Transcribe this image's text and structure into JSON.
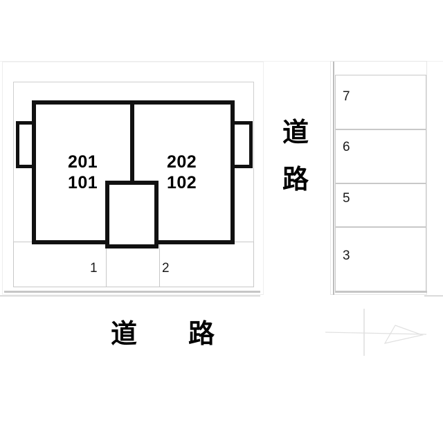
{
  "document": {
    "kind": "site-layout-plan",
    "language": "ja"
  },
  "building": {
    "left_unit": {
      "upper_floor_label": "201",
      "lower_floor_label": "101",
      "combined": "201\n101"
    },
    "right_unit": {
      "upper_floor_label": "202",
      "lower_floor_label": "102",
      "combined": "202\n102"
    },
    "entrance": {
      "name": "stair-entrance-block",
      "label": ""
    },
    "balconies": {
      "left_label": "",
      "right_label": ""
    }
  },
  "parking": {
    "front_stalls": [
      {
        "number": "1"
      },
      {
        "number": "2"
      }
    ],
    "side_stalls": [
      {
        "number": "7"
      },
      {
        "number": "6"
      },
      {
        "number": "5"
      },
      {
        "number": "3"
      }
    ]
  },
  "roads": {
    "east": {
      "label": "道路",
      "char_1": "道",
      "char_2": "路"
    },
    "south": {
      "label": "道　路"
    }
  },
  "compass": {
    "icon_name": "north-arrow-icon",
    "label": ""
  },
  "colors": {
    "wall": "#111111",
    "text": "#000000",
    "stall_line": "#c8c8c8",
    "site_line": "#cfcfcf",
    "background": "#ffffff"
  }
}
